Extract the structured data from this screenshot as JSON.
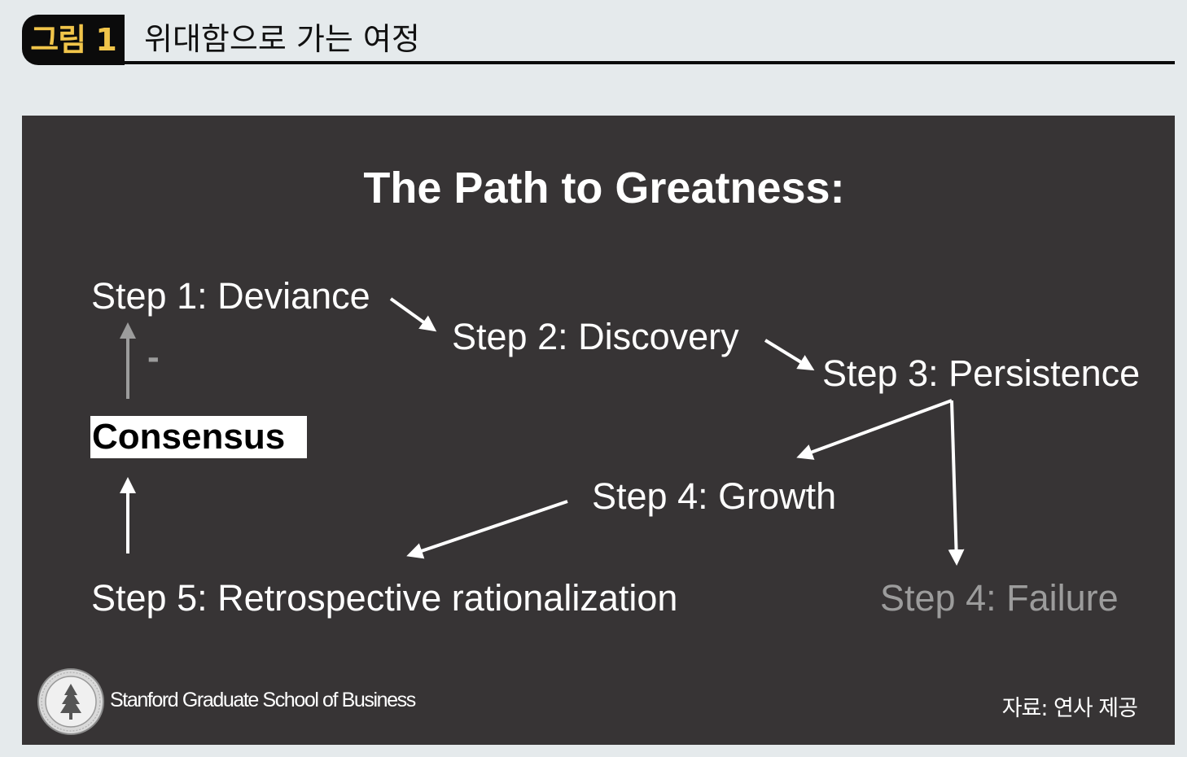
{
  "figure": {
    "badge": "그림 1",
    "title": "위대함으로 가는 여정"
  },
  "slide": {
    "title": "The Path to Greatness:",
    "steps": {
      "deviance": "Step 1: Deviance",
      "discovery": "Step 2: Discovery",
      "persistence": "Step 3: Persistence",
      "growth": "Step 4: Growth",
      "failure": "Step 4: Failure",
      "rationalization": "Step 5: Retrospective rationalization"
    },
    "consensus": "Consensus",
    "minus_sign": "-",
    "organization": "Stanford Graduate School of Business",
    "source": "자료: 연사 제공"
  },
  "colors": {
    "slide_background": "#373435",
    "page_background": "#e5eaec",
    "badge_text": "#f1c54a",
    "muted_step": "#9c9c9c"
  },
  "icons": [
    "stanford-seal-icon"
  ]
}
